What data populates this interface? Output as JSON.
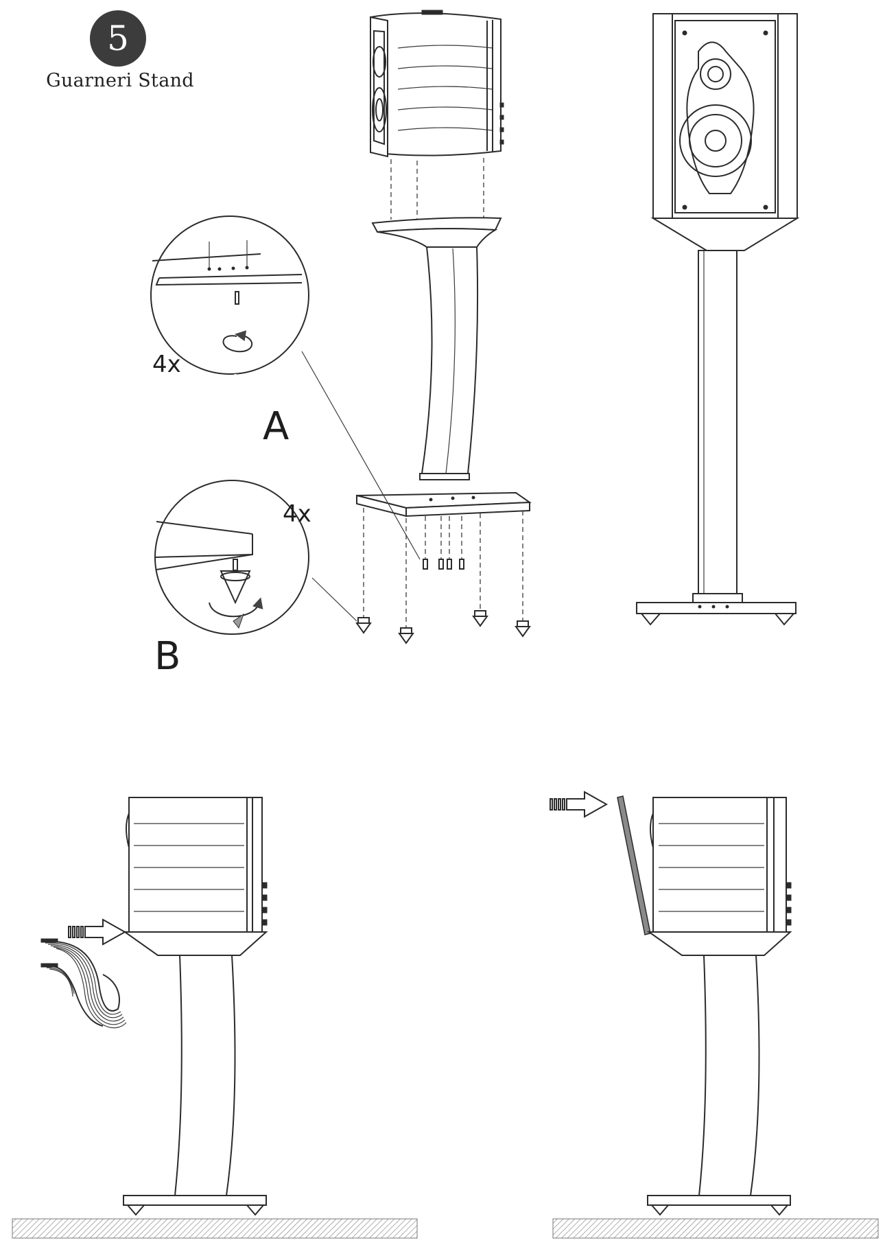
{
  "header": {
    "step_number": "5",
    "title": "Guarneri Stand"
  },
  "callouts": {
    "a_letter": "A",
    "a_count": "4x",
    "b_letter": "B",
    "b_count": "4x"
  },
  "colors": {
    "line": "#2b2b2b",
    "badge": "#3c3c3c",
    "floor_hatch": "#8a8a8a"
  }
}
